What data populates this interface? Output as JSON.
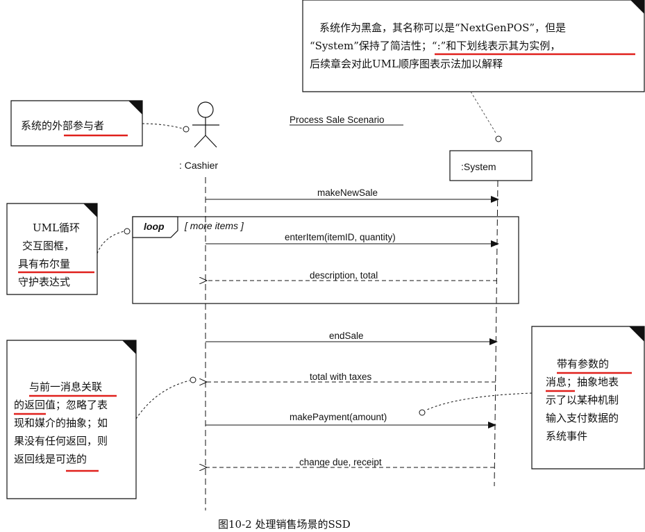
{
  "diagram": {
    "title": "Process Sale Scenario",
    "actor": {
      "label": ": Cashier"
    },
    "system": {
      "label": ":System"
    },
    "loop_fragment": {
      "operator": "loop",
      "guard": "[ more items ]"
    },
    "messages": [
      {
        "label": "makeNewSale",
        "kind": "call"
      },
      {
        "label": "enterItem(itemID, quantity)",
        "kind": "call"
      },
      {
        "label": "description, total",
        "kind": "return"
      },
      {
        "label": "endSale",
        "kind": "call"
      },
      {
        "label": "total with taxes",
        "kind": "return"
      },
      {
        "label": "makePayment(amount)",
        "kind": "call"
      },
      {
        "label": "change due, receipt",
        "kind": "return"
      }
    ],
    "notes": {
      "system_note": {
        "lines": [
          "系统作为黑盒，其名称可以是“NextGenPOS”，但是",
          "“System”保持了简洁性；“:”和下划线表示其为实例，",
          "后续章会对此UML顺序图表示法加以解释"
        ]
      },
      "actor_note": {
        "lines": [
          "系统的外部参与者"
        ]
      },
      "loop_note": {
        "lines": [
          "UML循环",
          "交互图框，",
          "具有布尔量",
          "守护表达式"
        ]
      },
      "return_note": {
        "lines": [
          "与前一消息关联",
          "的返回值；忽略了表",
          "现和媒介的抽象；如",
          "果没有任何返回，则",
          "返回线是可选的"
        ]
      },
      "param_note": {
        "lines": [
          "带有参数的",
          "消息；抽象地表",
          "示了以某种机制",
          "输入支付数据的",
          "系统事件"
        ]
      }
    },
    "caption": "图10-2   处理销售场景的SSD",
    "colors": {
      "ink": "#111111",
      "highlight_underline": "#e0201c",
      "background": "#ffffff"
    }
  }
}
